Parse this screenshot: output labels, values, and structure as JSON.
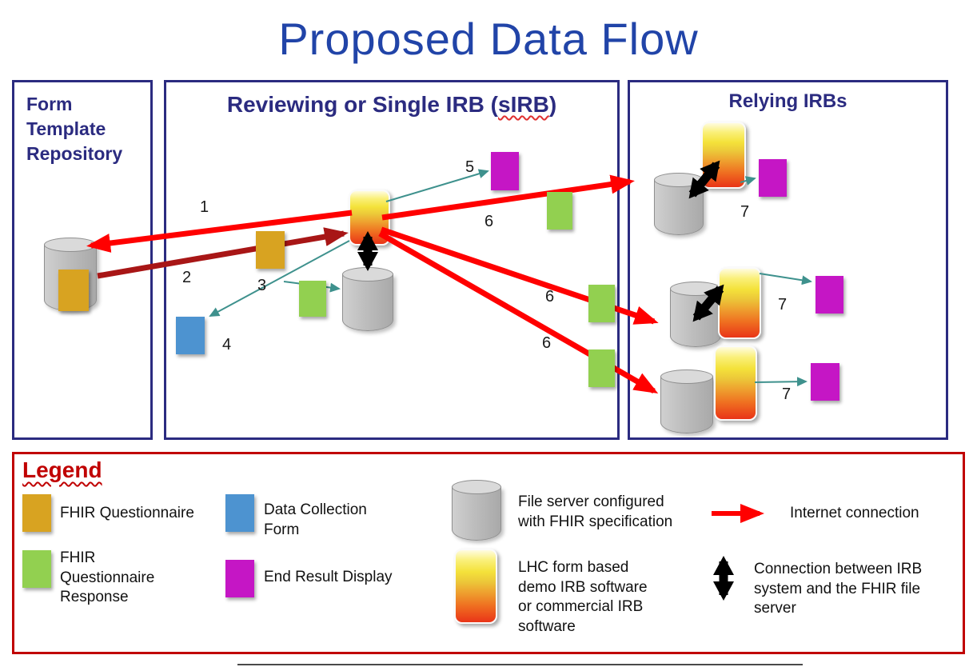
{
  "title": "Proposed Data Flow",
  "boxes": {
    "form_template_repository": {
      "title": "Form Template Repository"
    },
    "reviewing_sirb": {
      "title_prefix": "Reviewing or Single IRB (",
      "title_highlight": "sIRB",
      "title_suffix": ")"
    },
    "relying_irbs": {
      "title": "Relying IRBs"
    }
  },
  "flow_numbers": [
    "1",
    "2",
    "3",
    "4",
    "5",
    "6",
    "6",
    "6",
    "7",
    "7",
    "7"
  ],
  "legend": {
    "title": "Legend",
    "items": [
      {
        "icon": "fhir-questionnaire-swatch",
        "label": "FHIR Questionnaire"
      },
      {
        "icon": "fhir-questionnaire-response-swatch",
        "label": "FHIR Questionnaire Response"
      },
      {
        "icon": "data-collection-form-swatch",
        "label": "Data Collection Form"
      },
      {
        "icon": "end-result-display-swatch",
        "label": "End Result Display"
      },
      {
        "icon": "file-server-cylinder",
        "label": "File server configured with FHIR specification"
      },
      {
        "icon": "lhc-software-shape",
        "label": "LHC form based demo IRB software or commercial IRB software"
      },
      {
        "icon": "internet-connection-arrow",
        "label": "Internet connection"
      },
      {
        "icon": "irb-fhir-connection-arrow",
        "label": "Connection between IRB system and the FHIR file server"
      }
    ]
  },
  "colors": {
    "title_blue": "#2144A8",
    "box_border_navy": "#2B2B80",
    "legend_border_red": "#C00000",
    "legend_title_red": "#C00000",
    "questionnaire_orange": "#D8A321",
    "response_green": "#92D050",
    "collection_form_blue": "#4D93D0",
    "result_magenta": "#C516C5",
    "internet_red": "#FF0000",
    "return_dark_red": "#A81616",
    "server_gray": "#BFBFBF",
    "connector_teal": "#3E918D",
    "number_black": "#1A1A1A"
  }
}
